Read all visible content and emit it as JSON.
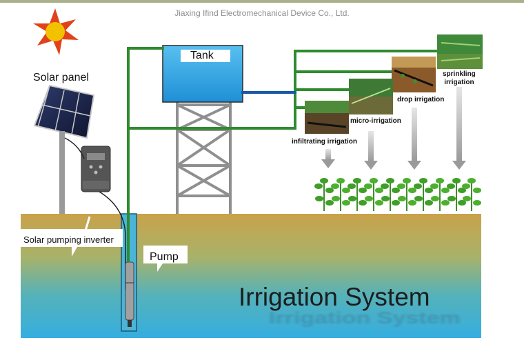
{
  "header": {
    "company": "Jiaxing Ifind Electromechanical Device Co., Ltd."
  },
  "components": {
    "solar_panel": "Solar panel",
    "tank": "Tank",
    "inverter": "Solar pumping inverter",
    "pump": "Pump"
  },
  "methods": {
    "sprinkling_line1": "sprinkling",
    "sprinkling_line2": "irrigation",
    "drop": "drop irrigation",
    "micro": "micro-irrigation",
    "infiltrating": "infiltrating irrigation"
  },
  "title": "Irrigation System",
  "colors": {
    "pipe": "#2e8b2e",
    "tank_water": "#2ea6e6",
    "soil": "#c9a24a",
    "water_table": "#3fb1d8",
    "sun": "#f2c200",
    "sun_rays": "#e0431c"
  }
}
